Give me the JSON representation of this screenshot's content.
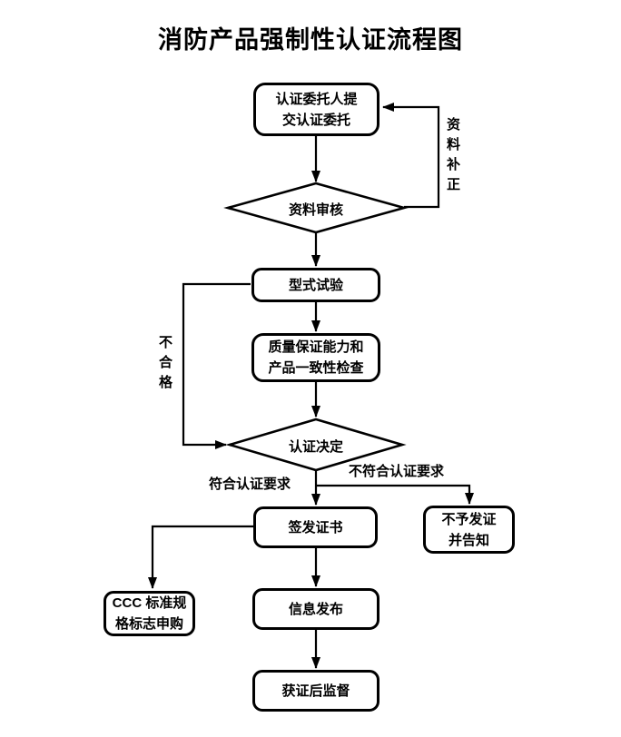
{
  "title": "消防产品强制性认证流程图",
  "nodes": {
    "submit": {
      "label": "认证委托人提\n交认证委托"
    },
    "review": {
      "label": "资料审核"
    },
    "type_test": {
      "label": "型式试验"
    },
    "quality_check": {
      "label": "质量保证能力和\n产品一致性检查"
    },
    "decision": {
      "label": "认证决定"
    },
    "issue_cert": {
      "label": "签发证书"
    },
    "no_cert": {
      "label": "不予发证\n并告知"
    },
    "ccc_mark": {
      "label": "CCC 标准规\n格标志申购"
    },
    "info_release": {
      "label": "信息发布"
    },
    "supervision": {
      "label": "获证后监督"
    }
  },
  "edge_labels": {
    "material_correction": "资料补正",
    "unqualified": "不合格",
    "meets_requirements": "符合认证要求",
    "not_meets_requirements": "不符合认证要求"
  },
  "colors": {
    "line": "#000000",
    "text": "#000000",
    "background": "#ffffff"
  }
}
